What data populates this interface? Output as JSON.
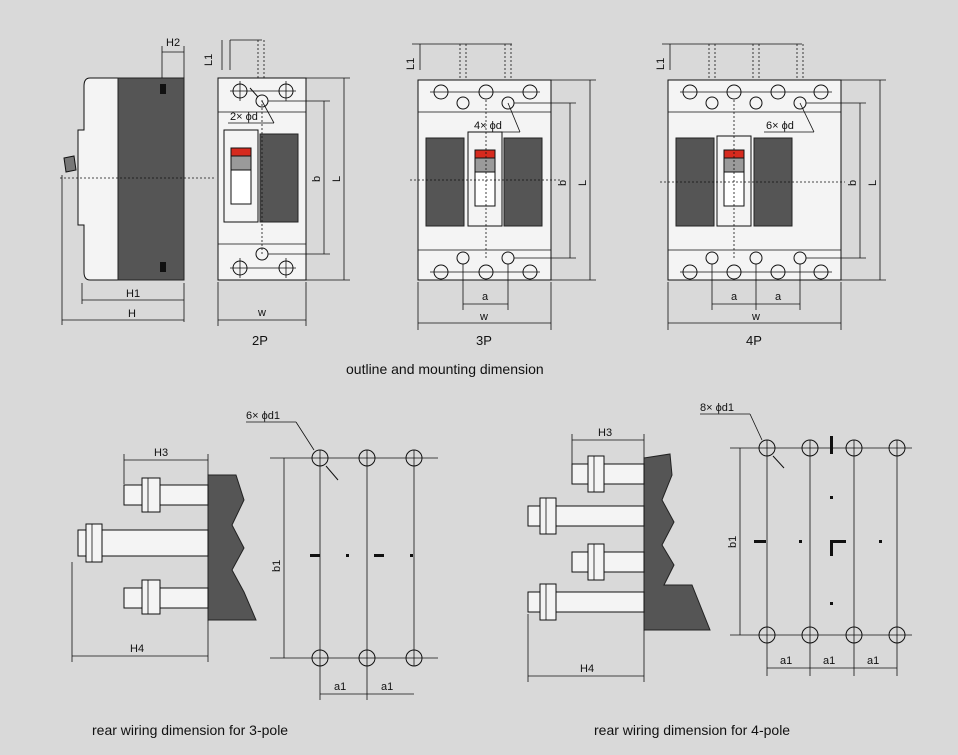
{
  "captions": {
    "outline": "outline and mounting dimension",
    "rear3": "rear wiring dimension for 3-pole",
    "rear4": "rear wiring dimension for 4-pole"
  },
  "poles": {
    "p2": "2P",
    "p3": "3P",
    "p4": "4P"
  },
  "dims": {
    "H": "H",
    "H1": "H1",
    "H2": "H2",
    "H3": "H3",
    "H4": "H4",
    "L": "L",
    "L1": "L1",
    "b": "b",
    "b1": "b1",
    "w": "w",
    "a": "a",
    "a1": "a1"
  },
  "holes": {
    "p2": "2× ϕd",
    "p3": "4× ϕd",
    "p4": "6× ϕd",
    "r3": "6× ϕd1",
    "r4": "8× ϕd1"
  },
  "colors": {
    "background": "#d9d9d9",
    "housing": "#f4f4f4",
    "panel": "#555555",
    "handle_red": "#d62a1e",
    "handle_gray": "#9a9a9a"
  }
}
